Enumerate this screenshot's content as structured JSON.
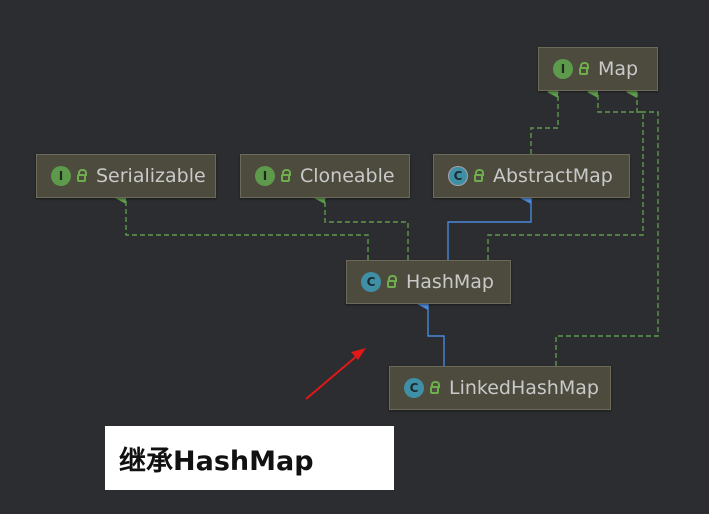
{
  "colors": {
    "background": "#2b2d30",
    "node_fill": "#4d4a3e",
    "implements_edge": "#5e9a4c",
    "extends_edge": "#4a88d8",
    "annotation_arrow": "#e01818"
  },
  "nodes": {
    "map": {
      "kind": "interface",
      "badge": "I",
      "label": "Map"
    },
    "serializable": {
      "kind": "interface",
      "badge": "I",
      "label": "Serializable"
    },
    "cloneable": {
      "kind": "interface",
      "badge": "I",
      "label": "Cloneable"
    },
    "abstractmap": {
      "kind": "abstract-class",
      "badge": "C",
      "label": "AbstractMap"
    },
    "hashmap": {
      "kind": "class",
      "badge": "C",
      "label": "HashMap"
    },
    "linkedhashmap": {
      "kind": "class",
      "badge": "C",
      "label": "LinkedHashMap"
    }
  },
  "edges": [
    {
      "from": "hashmap",
      "to": "serializable",
      "relation": "implements"
    },
    {
      "from": "hashmap",
      "to": "cloneable",
      "relation": "implements"
    },
    {
      "from": "hashmap",
      "to": "abstractmap",
      "relation": "extends"
    },
    {
      "from": "hashmap",
      "to": "map",
      "relation": "implements"
    },
    {
      "from": "abstractmap",
      "to": "map",
      "relation": "implements"
    },
    {
      "from": "linkedhashmap",
      "to": "hashmap",
      "relation": "extends"
    },
    {
      "from": "linkedhashmap",
      "to": "map",
      "relation": "implements"
    }
  ],
  "annotation": {
    "caption": "继承HashMap",
    "arrow_icon": "red-arrow-icon"
  }
}
